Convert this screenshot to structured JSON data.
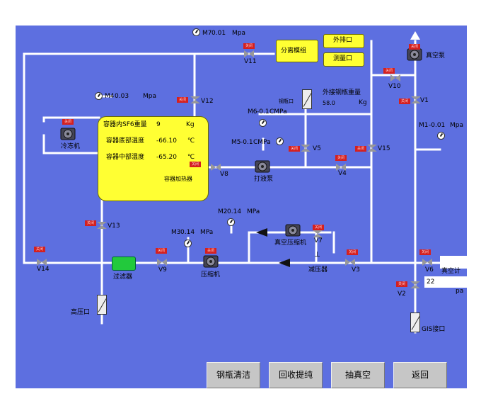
{
  "gauges": {
    "m7": {
      "name": "M7",
      "value": "0.01",
      "unit": "Mpa"
    },
    "m4": {
      "name": "M4",
      "value": "0.03",
      "unit": "Mpa"
    },
    "m6": {
      "name": "M6",
      "value": "-0.1",
      "unit": "CMPa"
    },
    "m5": {
      "name": "M5",
      "value": "-0.1",
      "unit": "CMPa"
    },
    "m1": {
      "name": "M1",
      "value": "-0.01",
      "unit": "Mpa"
    },
    "m2": {
      "name": "M2",
      "value": "0.14",
      "unit": "MPa"
    },
    "m3": {
      "name": "M3",
      "value": "0.14",
      "unit": "MPa"
    }
  },
  "valves": {
    "v1": "V1",
    "v2": "V2",
    "v3": "V3",
    "v4": "V4",
    "v5": "V5",
    "v6": "V6",
    "v7": "V7",
    "v8": "V8",
    "v9": "V9",
    "v10": "V10",
    "v11": "V11",
    "v12": "V12",
    "v13": "V13",
    "v14": "V14",
    "v15": "V15"
  },
  "separation": {
    "module": "分离模组",
    "exhaust": "外排口",
    "measure": "测量口"
  },
  "vacuum_pump": "真空泵",
  "bottle_port": "钢瓶口",
  "external_bottle": {
    "label": "外接钢瓶重量",
    "value": "58.0",
    "unit": "Kg"
  },
  "container": {
    "rows": [
      {
        "label": "容器内SF6重量",
        "value": "9",
        "unit": "Kg"
      },
      {
        "label": "容器底部温度",
        "value": "-66.10",
        "unit": "℃"
      },
      {
        "label": "容器中部温度",
        "value": "-65.20",
        "unit": "℃"
      }
    ],
    "heater": "容器加热器"
  },
  "chiller": "冷冻机",
  "liquid_pump": "打液泵",
  "vacuum_compressor": "真空压缩机",
  "compressor": "压缩机",
  "pressure_reducer": "减压器",
  "filter": "过滤器",
  "high_pressure_port": "高压口",
  "gis_port": "GIS接口",
  "vacuum_gauge": {
    "label": "真空计",
    "value": "22",
    "unit": "pa"
  },
  "tag_text": "关闭",
  "buttons": {
    "clean": "钢瓶清洁",
    "recover": "回收提纯",
    "vacuum": "抽真空",
    "back": "返回"
  },
  "colors": {
    "background": "#5d6fe0",
    "pipe": "#ffffff",
    "valve_tag": "#d42020",
    "panel_fill": "#ffff33"
  }
}
